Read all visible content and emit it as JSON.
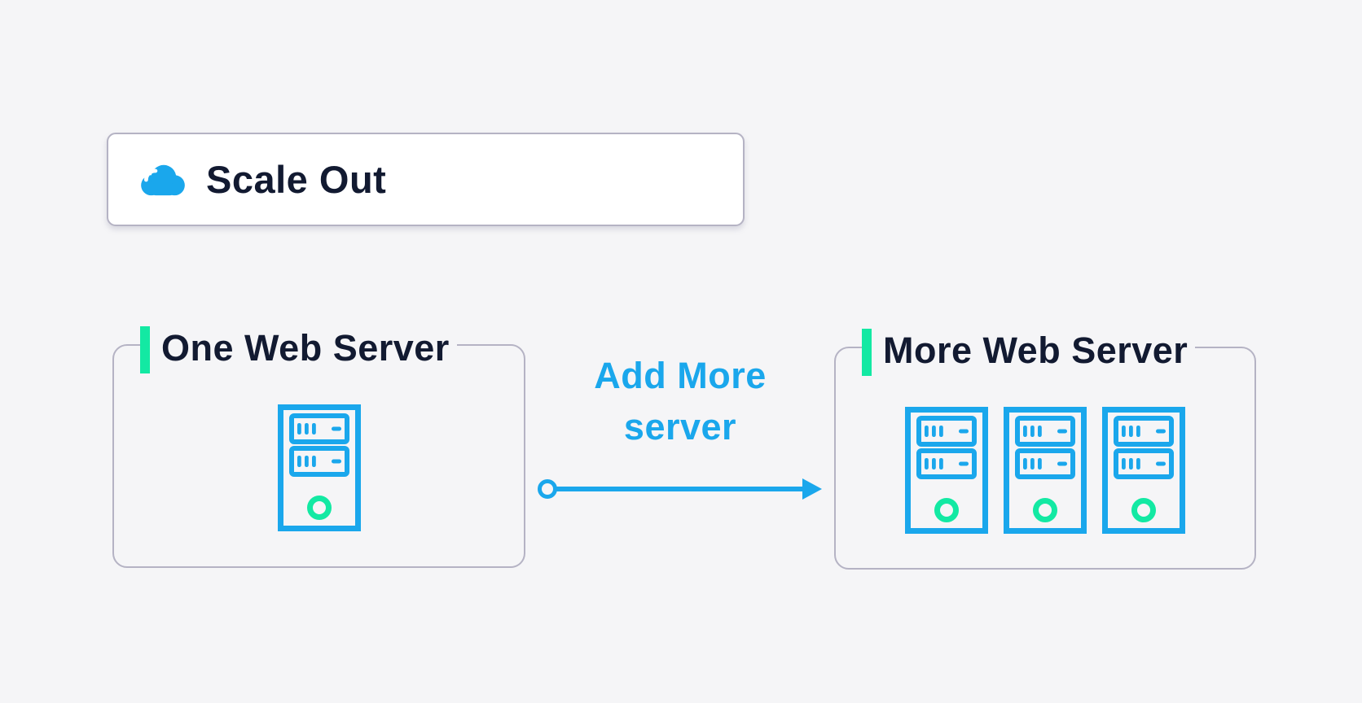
{
  "colors": {
    "background": "#F5F5F7",
    "card_background": "#FFFFFF",
    "border": "#B5B3C4",
    "heading_text": "#121A31",
    "accent_blue": "#1AA7EC",
    "accent_green": "#13E9A3"
  },
  "header_card": {
    "title": "Scale Out",
    "icon": "cloud-icon"
  },
  "boxes": {
    "left": {
      "title": "One Web Server",
      "server_count": 1,
      "icon": "server-icon"
    },
    "right": {
      "title": "More Web Server",
      "server_count": 3,
      "icon": "server-icon"
    }
  },
  "arrow_label": {
    "line1": "Add More",
    "line2": "server"
  }
}
